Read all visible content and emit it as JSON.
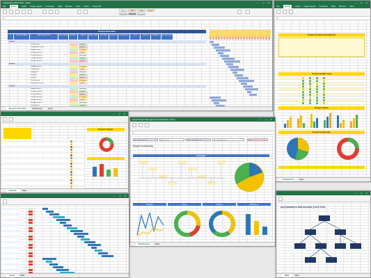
{
  "main_window": {
    "title": "Project Execution Plan - Excel",
    "tabs": [
      "File",
      "Home",
      "Insert",
      "Page Layout",
      "Formulas",
      "Data",
      "Review",
      "View",
      "Team",
      "Power BI"
    ],
    "cell_styles": [
      "Normal",
      "Bad",
      "Good",
      "Neutral",
      "Calculation",
      "Check Cell",
      "Explanatory"
    ],
    "sheet_title": "Project Execution",
    "columns": [
      "ID",
      "PROJECT NAME",
      "TASK DESCRIPTION",
      "TASK OWNER",
      "PRIORITY",
      "STATUS",
      "START DATE",
      "END DATE",
      "DURATION",
      "% COMPLETE",
      "COST",
      "BUDGET",
      "VARIANCE",
      "ACTUAL HOURS"
    ],
    "sections": [
      "Project 1",
      "Project 2",
      "Project 3",
      "Project 4"
    ],
    "tasks": [
      "Task Execution",
      "Design Main Process",
      "Budget Creation",
      "Procurement Plan",
      "Technical Review",
      "Capacity Planning",
      "Schedule Review",
      "Risk Assessment",
      "Testing Phase",
      "Deployment",
      "Reporting",
      "Closeout"
    ],
    "statuses": [
      "Complete",
      "In Progress",
      "Not Started",
      "Overdue",
      "On Hold"
    ],
    "sheet_tabs": [
      "Project Execution",
      "Dashboard",
      "Data"
    ]
  },
  "dashboard_window": {
    "tabs": [
      "File",
      "Home",
      "Insert",
      "Page Layout",
      "Formulas",
      "Data",
      "Review",
      "View"
    ],
    "banner": "Project Portfolio Dashboard",
    "section_health": "Project Health Card",
    "section_status": "Project Status",
    "section_financials": "Project Financials",
    "sheet_tabs": [
      "Dashboard",
      "Data"
    ]
  },
  "tracker_window": {
    "banner": "Project Tracker",
    "sheet_tabs": [
      "Tracker",
      "Data"
    ]
  },
  "summary_window": {
    "title": "Excel Project Management Dashboard - Excel",
    "fields": [
      "Project Name",
      "Project A",
      "Project Manager",
      "Overall Status",
      "Red"
    ],
    "commentary": "Project Commentary",
    "schedule_title": "Schedule",
    "panels": [
      "Budget",
      "Risks",
      "Issues",
      "Milestone"
    ],
    "sheet_tabs": [
      "Dashboard",
      "Data"
    ]
  },
  "gantt_window": {
    "sheet_tabs": [
      "Gantt",
      "Data"
    ]
  },
  "wbs_window": {
    "banner": "REQUIREMENTS BREAKDOWN STRUCTURE",
    "sheet_tabs": [
      "RBS",
      "Data"
    ]
  },
  "colors": {
    "excel_green": "#217346",
    "header_blue": "#4472c4",
    "banner_blue": "#2f5597",
    "yellow": "#ffd700",
    "good": "#c6efce",
    "bad": "#ffc7ce",
    "neutral": "#ffeb9c",
    "red": "#e03c31",
    "orange": "#f5a623",
    "gold": "#f2c200",
    "green": "#4caf50",
    "blue": "#2e75b6",
    "teal": "#2ab0c5"
  }
}
